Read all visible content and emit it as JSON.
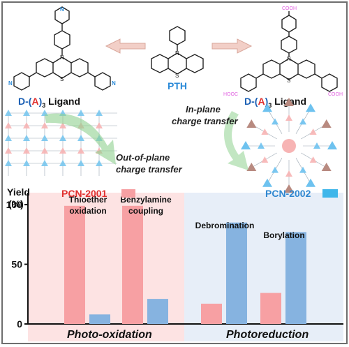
{
  "colors": {
    "red": "#f7a0a3",
    "blue": "#86b3e0",
    "red_label": "#e0302f",
    "blue_label": "#2f87d0",
    "pink_bg": "#fde3e3",
    "blue_bg": "#e7eef8",
    "cooh": "#e060e0",
    "pyridine": "#2a8ad8"
  },
  "scheme": {
    "left_label_parts": [
      "D-(",
      "A",
      ")",
      "3",
      " Ligand"
    ],
    "center_label": "PTH",
    "right_label_parts": [
      "D-(",
      "A",
      ")",
      "3",
      " Ligand"
    ],
    "atom_N": "N",
    "atom_S": "S",
    "cooh": "COOH",
    "hooc": "HOOC"
  },
  "framework": {
    "in_plane": [
      "In-plane",
      "charge transfer"
    ],
    "out_of_plane": [
      "Out-of-plane",
      "charge transfer"
    ]
  },
  "legend": [
    {
      "name": "PCN-2001",
      "color": "#f7a0a3",
      "text_color": "#e0302f"
    },
    {
      "name": "PCN-2002",
      "color": "#3fb6ea",
      "text_color": "#2f87d0"
    }
  ],
  "chart_data": {
    "type": "bar",
    "ylabel": [
      "Yield",
      "(%)"
    ],
    "ylim": [
      0,
      110
    ],
    "yticks": [
      0,
      50,
      100
    ],
    "categories": [
      [
        "Thioether",
        "oxidation"
      ],
      [
        "Benzylamine",
        "coupling"
      ],
      [
        "Debromination"
      ],
      [
        "Borylation"
      ]
    ],
    "series": [
      {
        "name": "PCN-2001",
        "values": [
          99,
          99,
          17,
          26
        ]
      },
      {
        "name": "PCN-2002",
        "values": [
          8,
          21,
          85,
          77
        ]
      }
    ],
    "groups": [
      "Photo-oxidation",
      "Photoreduction"
    ]
  }
}
